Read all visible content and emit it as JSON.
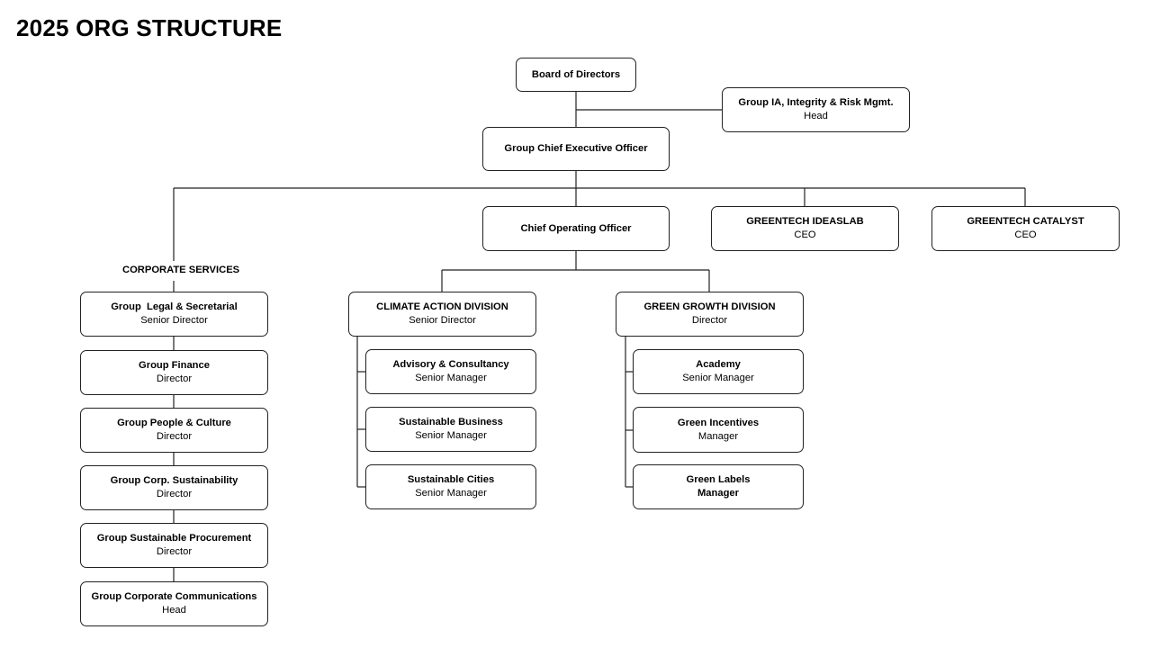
{
  "title": "2025 ORG STRUCTURE",
  "colors": {
    "line": "#222222",
    "box_border": "#222222",
    "background": "#ffffff"
  },
  "nodes": {
    "board": {
      "name": "Board of Directors"
    },
    "ia": {
      "name": "Group IA, Integrity & Risk Mgmt.",
      "role": "Head"
    },
    "gceo": {
      "name": "Group Chief Executive Officer"
    },
    "coo": {
      "name": "Chief Operating Officer"
    },
    "ideaslab": {
      "name": "GREENTECH IDEASLAB",
      "role": "CEO"
    },
    "catalyst": {
      "name": "GREENTECH CATALYST",
      "role": "CEO"
    },
    "legal": {
      "name": "Group  Legal & Secretarial",
      "role": "Senior Director"
    },
    "finance": {
      "name": "Group Finance",
      "role": "Director"
    },
    "people": {
      "name": "Group People & Culture",
      "role": "Director"
    },
    "sustainability": {
      "name": "Group Corp. Sustainability",
      "role": "Director"
    },
    "procurement": {
      "name": "Group Sustainable Procurement",
      "role": "Director"
    },
    "comms": {
      "name": "Group Corporate Communications",
      "role": "Head"
    },
    "climate": {
      "name": "CLIMATE ACTION DIVISION",
      "role": "Senior Director"
    },
    "advisory": {
      "name": "Advisory & Consultancy",
      "role": "Senior Manager"
    },
    "business": {
      "name": "Sustainable Business",
      "role": "Senior Manager"
    },
    "cities": {
      "name": "Sustainable Cities",
      "role": "Senior Manager"
    },
    "green": {
      "name": "GREEN GROWTH DIVISION",
      "role": "Director"
    },
    "academy": {
      "name": "Academy",
      "role": "Senior Manager"
    },
    "incentives": {
      "name": "Green Incentives",
      "role": "Manager"
    },
    "labels": {
      "name": "Green Labels",
      "role": "Manager"
    }
  },
  "sections": {
    "corporate_services": "CORPORATE SERVICES"
  }
}
